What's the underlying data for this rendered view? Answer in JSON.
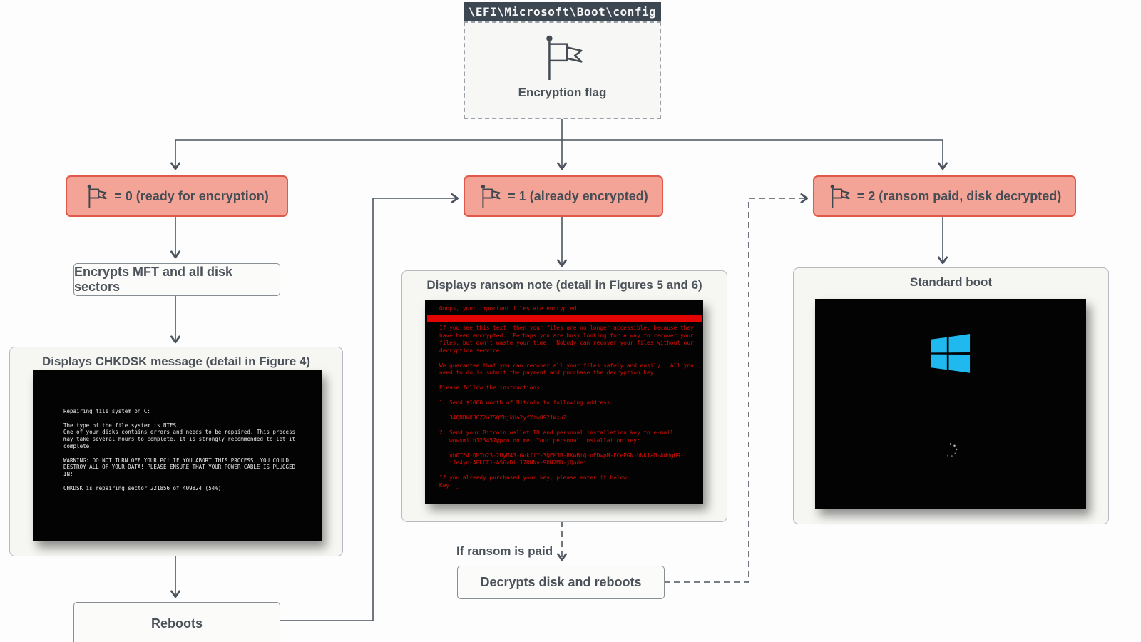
{
  "root": {
    "path": "\\EFI\\Microsoft\\Boot\\config",
    "label": "Encryption flag"
  },
  "flags": [
    {
      "label": "= 0 (ready for encryption)"
    },
    {
      "label": "= 1 (already encrypted)"
    },
    {
      "label": "= 2 (ransom paid, disk decrypted)"
    }
  ],
  "left_branch": {
    "encrypts_label": "Encrypts MFT and all disk sectors",
    "chkdsk_title": "Displays CHKDSK message (detail in Figure 4)",
    "chkdsk_lines": [
      "Repairing file system on C:",
      "",
      "The type of the file system is NTFS.",
      "One of your disks contains errors and needs to be repaired. This process",
      "may take several hours to complete. It is strongly recommended to let it",
      "complete.",
      "",
      "WARNING: DO NOT TURN OFF YOUR PC! IF YOU ABORT THIS PROCESS, YOU COULD",
      "DESTROY ALL OF YOUR DATA! PLEASE ENSURE THAT YOUR POWER CABLE IS PLUGGED",
      "IN!",
      "",
      "CHKDSK is repairing sector 221856 of 409824 (54%)"
    ],
    "reboots_label": "Reboots"
  },
  "middle_branch": {
    "ransom_title": "Displays ransom note (detail in Figures 5 and 6)",
    "ransom_headline": "Ooops, your important files are encrypted.",
    "ransom_lines": [
      "If you see this text, then your files are no longer accessible, because they",
      "have been encrypted.  Perhaps you are busy looking for a way to recover your",
      "files, but don't waste your time.  Nobody can recover your files without our",
      "decryption service.",
      "",
      "We guarantee that you can recover all your files safely and easily.  All you",
      "need to do is submit the payment and purchase the decryption key.",
      "",
      "Please follow the instructions:",
      "",
      "1. Send $1000 worth of Bitcoin to following address:",
      "",
      "   34QNDkK36Z2u75QYbjkUa2yfYzw0921Wxu2",
      "",
      "2. Send your Bitcoin wallet ID and personal installation key to e-mail",
      "   wowsmith123457@proton.me. Your personal installation key:",
      "",
      "   ub0TF4-DMTn23-2UyM43-GukfiY-3QEM3B-RKwBtQ-oEDwpM-FCePGN-bNk1aM-AWdgU9-",
      "   iJe4yn-APLCF1-AS6vDi-17RNNv-9UN7MD-jQudei",
      "",
      "If you already purchased your key, please enter it below.",
      "Key: _"
    ],
    "if_paid_label": "If ransom is paid",
    "decrypts_label": "Decrypts disk and reboots"
  },
  "right_branch": {
    "boot_title": "Standard boot"
  },
  "colors": {
    "flag_box_fill": "#f4a496",
    "flag_box_border": "#e0584a",
    "header_bg": "#3d4752",
    "ransom_red": "#d80f04",
    "ransom_bar_red": "#e30400",
    "windows_blue": "#1fb9ef",
    "connector": "#4b545e"
  }
}
